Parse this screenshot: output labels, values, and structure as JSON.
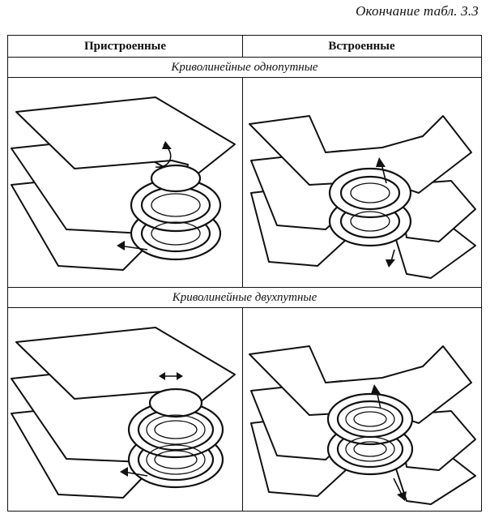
{
  "caption": "Окончание табл. 3.3",
  "table": {
    "columns": [
      "Пристроенные",
      "Встроенные"
    ],
    "sections": [
      {
        "title": "Криволинейные однопутные"
      },
      {
        "title": "Криволинейные двухпутные"
      }
    ]
  },
  "icons": {
    "figure_style": "line-drawing",
    "stroke_color": "#111111",
    "fill_color": "#ffffff"
  }
}
